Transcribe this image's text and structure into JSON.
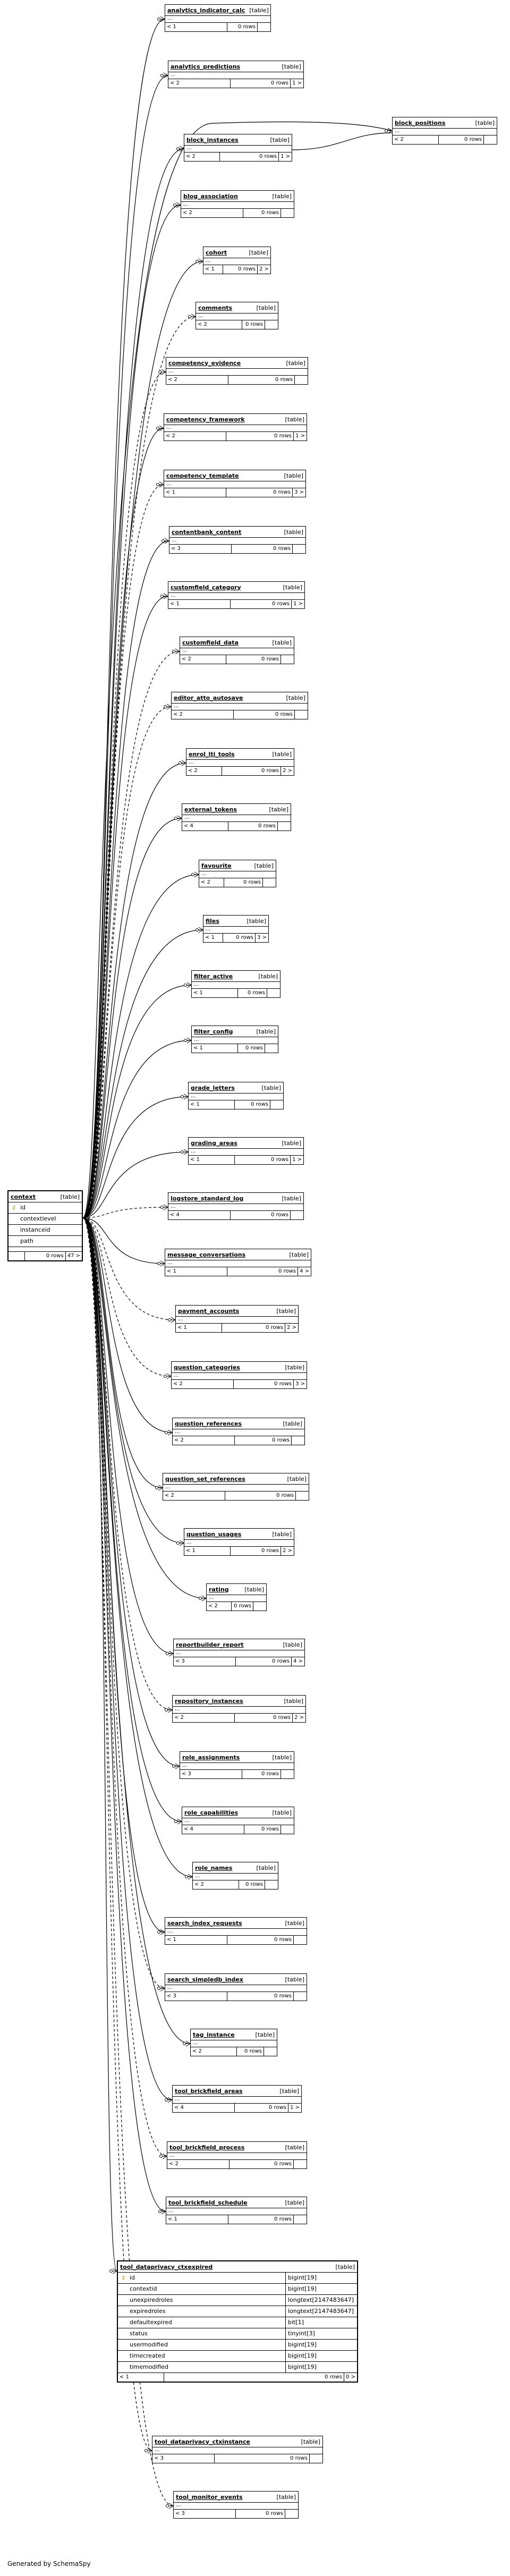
{
  "footer": {
    "generated": "Generated by SchemaSpy"
  },
  "context": {
    "name": "context",
    "kind": "[table]",
    "columns": [
      "id",
      "contextlevel",
      "instanceid",
      "path"
    ],
    "foot": {
      "left": "",
      "mid": "0 rows",
      "right": "47 >"
    }
  },
  "block_positions": {
    "name": "block_positions",
    "kind": "[table]",
    "foot": {
      "left": "< 2",
      "mid": "0 rows",
      "right": ""
    }
  },
  "expired": {
    "name": "tool_dataprivacy_ctxexpired",
    "kind": "[table]",
    "columns": [
      {
        "name": "id",
        "type": "bigint[19]"
      },
      {
        "name": "contextid",
        "type": "bigint[19]"
      },
      {
        "name": "unexpiredroles",
        "type": "longtext[2147483647]"
      },
      {
        "name": "expiredroles",
        "type": "longtext[2147483647]"
      },
      {
        "name": "defaultexpired",
        "type": "bit[1]"
      },
      {
        "name": "status",
        "type": "tinyint[3]"
      },
      {
        "name": "usermodified",
        "type": "bigint[19]"
      },
      {
        "name": "timecreated",
        "type": "bigint[19]"
      },
      {
        "name": "timemodified",
        "type": "bigint[19]"
      }
    ],
    "foot": {
      "left": "< 1",
      "mid": "0 rows",
      "right": "0 >"
    }
  },
  "tables": [
    {
      "name": "analytics_indicator_calc",
      "kind": "[table]",
      "left": "< 1",
      "mid": "0 rows",
      "right": ""
    },
    {
      "name": "analytics_predictions",
      "kind": "[table]",
      "left": "< 2",
      "mid": "0 rows",
      "right": "1 >"
    },
    {
      "name": "block_instances",
      "kind": "[table]",
      "left": "< 2",
      "mid": "0 rows",
      "right": "1 >"
    },
    {
      "name": "blog_association",
      "kind": "[table]",
      "left": "< 2",
      "mid": "0 rows",
      "right": ""
    },
    {
      "name": "cohort",
      "kind": "[table]",
      "left": "< 1",
      "mid": "0 rows",
      "right": "2 >"
    },
    {
      "name": "comments",
      "kind": "[table]",
      "left": "< 2",
      "mid": "0 rows",
      "right": ""
    },
    {
      "name": "competency_evidence",
      "kind": "[table]",
      "left": "< 2",
      "mid": "0 rows",
      "right": ""
    },
    {
      "name": "competency_framework",
      "kind": "[table]",
      "left": "< 2",
      "mid": "0 rows",
      "right": "1 >"
    },
    {
      "name": "competency_template",
      "kind": "[table]",
      "left": "< 1",
      "mid": "0 rows",
      "right": "3 >"
    },
    {
      "name": "contentbank_content",
      "kind": "[table]",
      "left": "< 3",
      "mid": "0 rows",
      "right": ""
    },
    {
      "name": "customfield_category",
      "kind": "[table]",
      "left": "< 1",
      "mid": "0 rows",
      "right": "1 >"
    },
    {
      "name": "customfield_data",
      "kind": "[table]",
      "left": "< 2",
      "mid": "0 rows",
      "right": ""
    },
    {
      "name": "editor_atto_autosave",
      "kind": "[table]",
      "left": "< 2",
      "mid": "0 rows",
      "right": ""
    },
    {
      "name": "enrol_lti_tools",
      "kind": "[table]",
      "left": "< 2",
      "mid": "0 rows",
      "right": "2 >"
    },
    {
      "name": "external_tokens",
      "kind": "[table]",
      "left": "< 4",
      "mid": "0 rows",
      "right": ""
    },
    {
      "name": "favourite",
      "kind": "[table]",
      "left": "< 2",
      "mid": "0 rows",
      "right": ""
    },
    {
      "name": "files",
      "kind": "[table]",
      "left": "< 1",
      "mid": "0 rows",
      "right": "3 >"
    },
    {
      "name": "filter_active",
      "kind": "[table]",
      "left": "< 1",
      "mid": "0 rows",
      "right": ""
    },
    {
      "name": "filter_config",
      "kind": "[table]",
      "left": "< 1",
      "mid": "0 rows",
      "right": ""
    },
    {
      "name": "grade_letters",
      "kind": "[table]",
      "left": "< 1",
      "mid": "0 rows",
      "right": ""
    },
    {
      "name": "grading_areas",
      "kind": "[table]",
      "left": "< 1",
      "mid": "0 rows",
      "right": "1 >"
    },
    {
      "name": "logstore_standard_log",
      "kind": "[table]",
      "left": "< 4",
      "mid": "0 rows",
      "right": ""
    },
    {
      "name": "message_conversations",
      "kind": "[table]",
      "left": "< 1",
      "mid": "0 rows",
      "right": "4 >"
    },
    {
      "name": "payment_accounts",
      "kind": "[table]",
      "left": "< 1",
      "mid": "0 rows",
      "right": "2 >"
    },
    {
      "name": "question_categories",
      "kind": "[table]",
      "left": "< 2",
      "mid": "0 rows",
      "right": "3 >"
    },
    {
      "name": "question_references",
      "kind": "[table]",
      "left": "< 2",
      "mid": "0 rows",
      "right": ""
    },
    {
      "name": "question_set_references",
      "kind": "[table]",
      "left": "< 2",
      "mid": "0 rows",
      "right": ""
    },
    {
      "name": "question_usages",
      "kind": "[table]",
      "left": "< 1",
      "mid": "0 rows",
      "right": "2 >"
    },
    {
      "name": "rating",
      "kind": "[table]",
      "left": "< 2",
      "mid": "0 rows",
      "right": ""
    },
    {
      "name": "reportbuilder_report",
      "kind": "[table]",
      "left": "< 3",
      "mid": "0 rows",
      "right": "4 >"
    },
    {
      "name": "repository_instances",
      "kind": "[table]",
      "left": "< 2",
      "mid": "0 rows",
      "right": "2 >"
    },
    {
      "name": "role_assignments",
      "kind": "[table]",
      "left": "< 3",
      "mid": "0 rows",
      "right": ""
    },
    {
      "name": "role_capabilities",
      "kind": "[table]",
      "left": "< 4",
      "mid": "0 rows",
      "right": ""
    },
    {
      "name": "role_names",
      "kind": "[table]",
      "left": "< 2",
      "mid": "0 rows",
      "right": ""
    },
    {
      "name": "search_index_requests",
      "kind": "[table]",
      "left": "< 1",
      "mid": "0 rows",
      "right": ""
    },
    {
      "name": "search_simpledb_index",
      "kind": "[table]",
      "left": "< 3",
      "mid": "0 rows",
      "right": ""
    },
    {
      "name": "tag_instance",
      "kind": "[table]",
      "left": "< 2",
      "mid": "0 rows",
      "right": ""
    },
    {
      "name": "tool_brickfield_areas",
      "kind": "[table]",
      "left": "< 4",
      "mid": "0 rows",
      "right": "1 >"
    },
    {
      "name": "tool_brickfield_process",
      "kind": "[table]",
      "left": "< 2",
      "mid": "0 rows",
      "right": ""
    },
    {
      "name": "tool_brickfield_schedule",
      "kind": "[table]",
      "left": "< 1",
      "mid": "0 rows",
      "right": ""
    },
    {
      "name": "tool_dataprivacy_ctxinstance",
      "kind": "[table]",
      "left": "< 3",
      "mid": "0 rows",
      "right": ""
    },
    {
      "name": "tool_monitor_events",
      "kind": "[table]",
      "left": "< 3",
      "mid": "0 rows",
      "right": ""
    }
  ]
}
